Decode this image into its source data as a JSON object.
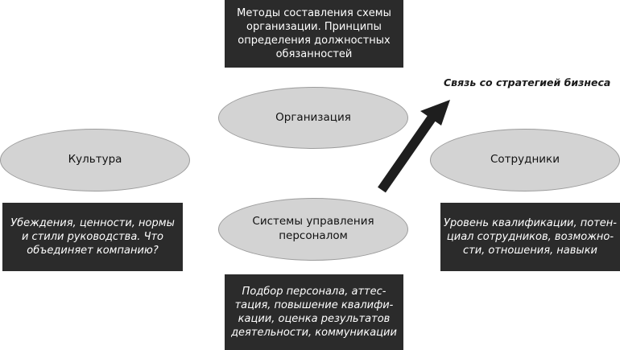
{
  "diagram": {
    "title": "Связь со стратегией бизнеса",
    "nodes": {
      "organization": "Организация",
      "culture": "Культура",
      "employees": "Сотрудники",
      "hr_systems": "Системы управления персоналом"
    },
    "boxes": {
      "organization_desc": [
        "Методы составления схемы",
        "организации. Принципы",
        "определения должностных",
        "обязанностей"
      ],
      "culture_desc": [
        "Убеждения, ценности, нормы",
        "и стили руководства. Что",
        "объединяет компанию?"
      ],
      "employees_desc": [
        "Уровень квалификации, потен-",
        "циал сотрудников, возможно-",
        "сти, отношения, навыки"
      ],
      "hr_systems_desc": [
        "Подбор персонала, аттес-",
        "тация, повышение квалифи-",
        "кации, оценка результатов",
        "деятельности, коммуникации"
      ]
    },
    "colors": {
      "ellipse_fill": "#d3d3d3",
      "box_fill": "#2b2b2b",
      "arrow": "#1e1e1e"
    }
  }
}
